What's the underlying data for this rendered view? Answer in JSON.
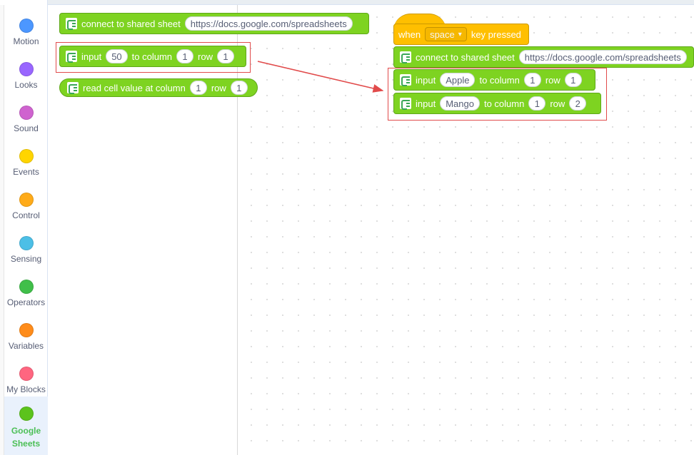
{
  "sidebar": {
    "categories": [
      {
        "label": "Motion",
        "color": "#4c97ff"
      },
      {
        "label": "Looks",
        "color": "#9966ff"
      },
      {
        "label": "Sound",
        "color": "#cf63cf"
      },
      {
        "label": "Events",
        "color": "#ffd500"
      },
      {
        "label": "Control",
        "color": "#ffab19"
      },
      {
        "label": "Sensing",
        "color": "#4cbfe6"
      },
      {
        "label": "Operators",
        "color": "#40bf4a"
      },
      {
        "label": "Variables",
        "color": "#ff8c1a"
      },
      {
        "label": "My Blocks",
        "color": "#ff6680"
      },
      {
        "label": "Google Sheets",
        "color": "#5cc31c"
      }
    ],
    "selected": "Google Sheets"
  },
  "flyout": {
    "connect": {
      "text": "connect to shared sheet",
      "url": "https://docs.google.com/spreadsheets"
    },
    "input": {
      "text": "input",
      "value": "50",
      "to_column": "to column",
      "column": "1",
      "row_label": "row",
      "row": "1"
    },
    "read": {
      "text": "read cell value at column",
      "column": "1",
      "row_label": "row",
      "row": "1"
    }
  },
  "script": {
    "hat": {
      "when": "when",
      "key": "space",
      "caret": "▾",
      "pressed": "key pressed"
    },
    "connect": {
      "text": "connect to shared sheet",
      "url": "https://docs.google.com/spreadsheets"
    },
    "input1": {
      "text": "input",
      "value": "Apple",
      "to_column": "to column",
      "column": "1",
      "row_label": "row",
      "row": "1"
    },
    "input2": {
      "text": "input",
      "value": "Mango",
      "to_column": "to column",
      "column": "1",
      "row_label": "row",
      "row": "2"
    }
  },
  "colors": {
    "block_green": "#7ed321",
    "hat_yellow": "#ffbf00",
    "highlight_red": "#e14b4b"
  }
}
